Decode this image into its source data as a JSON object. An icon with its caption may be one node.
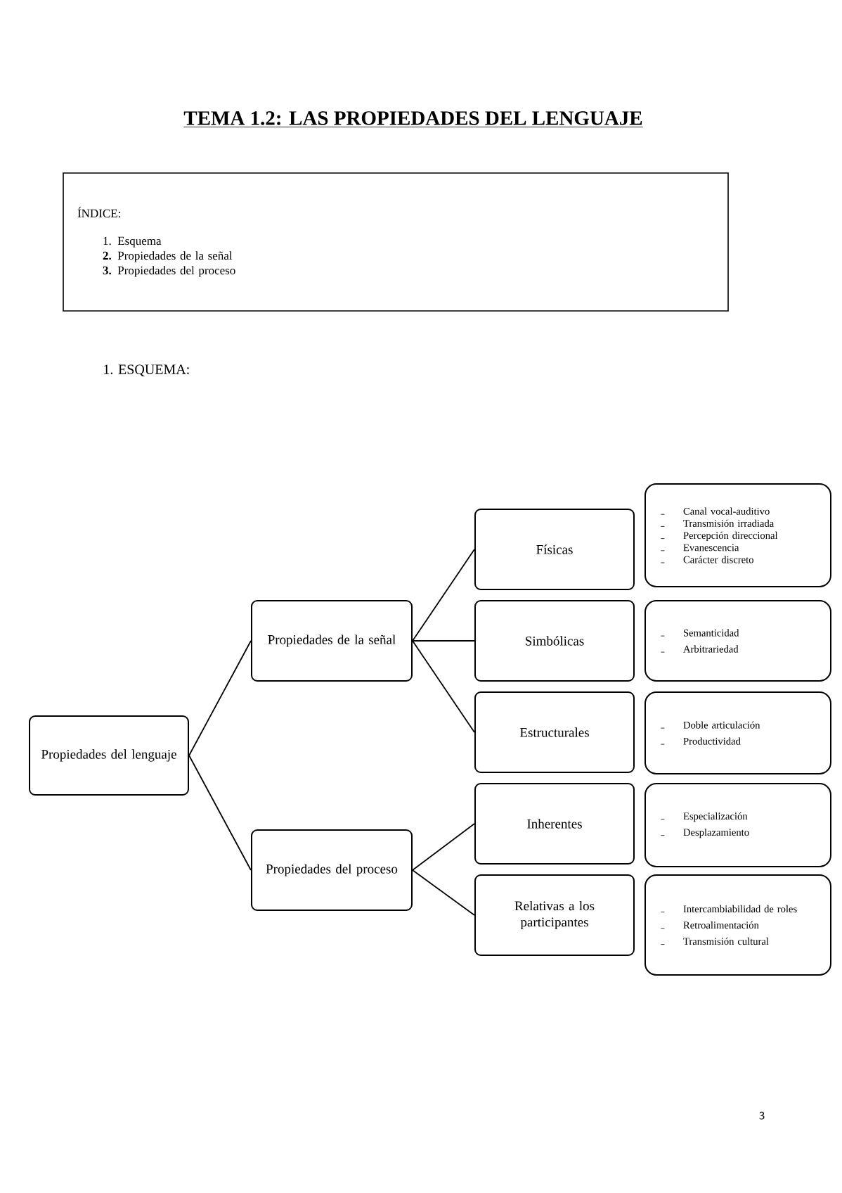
{
  "diagram": {
    "title": "TEMA 1.2: LAS PROPIEDADES DEL LENGUAJE",
    "nodes": [
      {
        "text": [
          "ÍNDICE:",
          "1. Esquema",
          "**2.** Propiedades de la señal",
          "**3.** Propiedades del proceso"
        ]
      },
      {
        "text": [
          "Propiedades del lenguaje"
        ]
      },
      {
        "text": [
          "Propiedades de la señal"
        ]
      },
      {
        "text": [
          "Propiedades del proceso"
        ]
      },
      {
        "text": [
          "Físicas"
        ]
      },
      {
        "text": [
          "Simbólicas"
        ]
      },
      {
        "text": [
          "Estructurales"
        ]
      },
      {
        "text": [
          "Inherentes"
        ]
      },
      {
        "text": [
          "Relativas a los participantes"
        ]
      },
      {
        "text": [
          "Canal vocal-auditivo",
          "Transmisión irradiada",
          "Percepción direccional",
          "Evanescencia",
          "Carácter discreto"
        ]
      },
      {
        "text": [
          "Semanticidad",
          "Arbitrariedad"
        ]
      },
      {
        "text": [
          "Doble articulación",
          "Productividad"
        ]
      },
      {
        "text": [
          "Especialización",
          "Desplazamiento"
        ]
      },
      {
        "text": [
          "Intercambiabilidad de roles",
          "Retroalimentación",
          "Transmisión cultural"
        ]
      }
    ],
    "edges": [
      {
        "from": 1,
        "to": 2,
        "arrow": "none"
      },
      {
        "from": 1,
        "to": 3,
        "arrow": "none"
      },
      {
        "from": 2,
        "to": 4,
        "arrow": "none"
      },
      {
        "from": 2,
        "to": 5,
        "arrow": "none"
      },
      {
        "from": 2,
        "to": 6,
        "arrow": "none"
      },
      {
        "from": 3,
        "to": 7,
        "arrow": "none"
      },
      {
        "from": 3,
        "to": 8,
        "arrow": "none"
      }
    ],
    "labels": [
      "1. ESQUEMA:",
      "3"
    ]
  }
}
